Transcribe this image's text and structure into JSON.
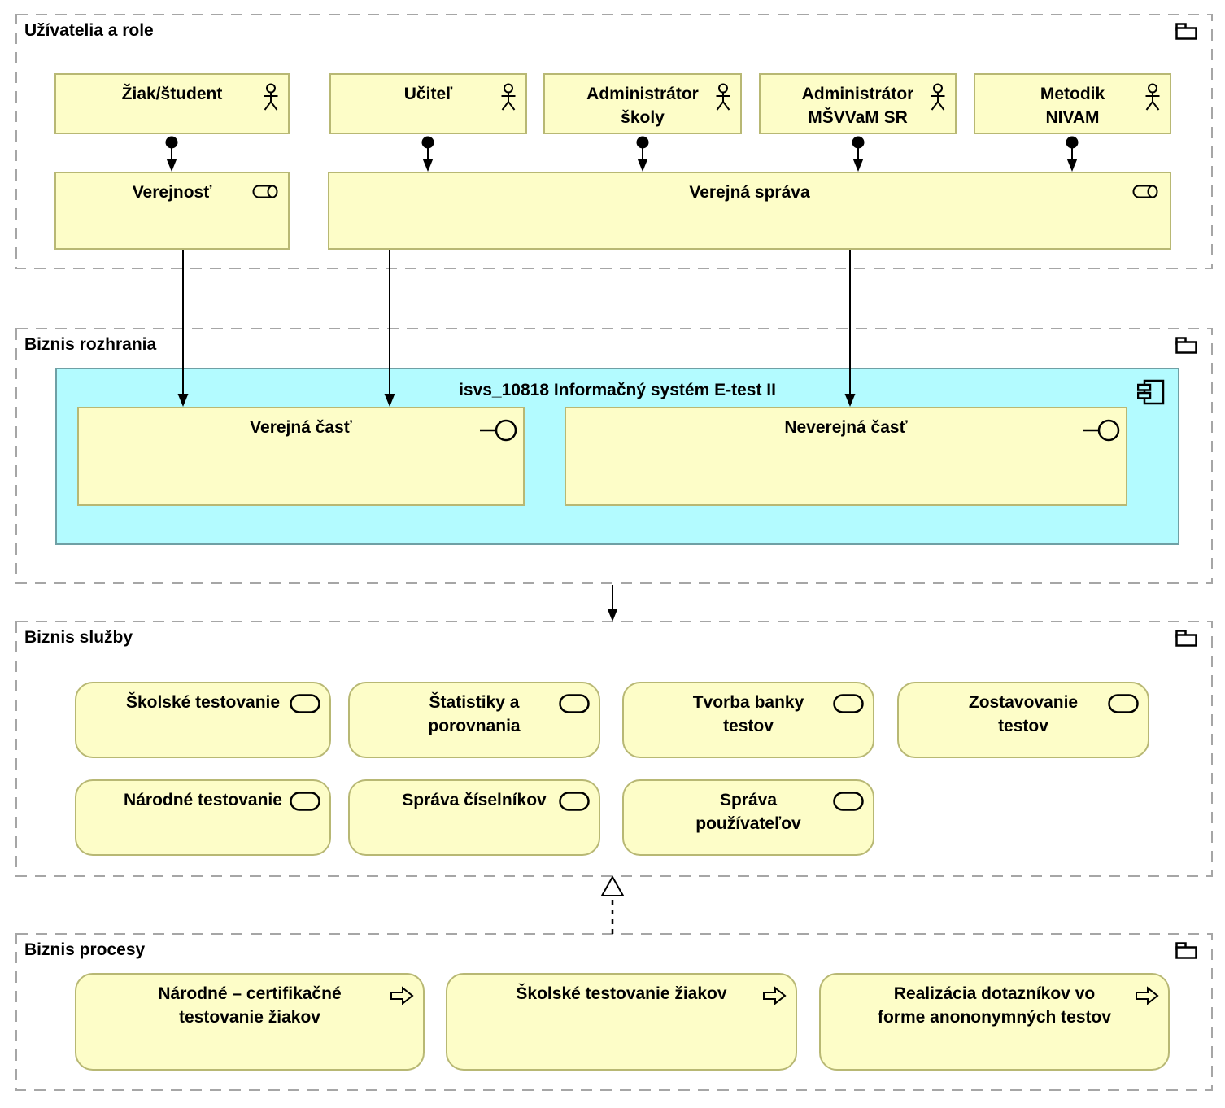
{
  "sections": {
    "users": {
      "title": "Užívatelia a role"
    },
    "interfaces": {
      "title": "Biznis rozhrania"
    },
    "services": {
      "title": "Biznis služby"
    },
    "processes": {
      "title": "Biznis procesy"
    }
  },
  "actors": [
    {
      "label": "Žiak/študent"
    },
    {
      "label": "Učiteľ"
    },
    {
      "label": "Administrátor\nškoly"
    },
    {
      "label": "Administrátor\nMŠVVaM SR"
    },
    {
      "label": "Metodik\nNIVAM"
    }
  ],
  "roles": [
    {
      "label": "Verejnosť"
    },
    {
      "label": "Verejná správa"
    }
  ],
  "system": {
    "label": "isvs_10818 Informačný systém E-test II"
  },
  "interfaces": [
    {
      "label": "Verejná časť"
    },
    {
      "label": "Neverejná časť"
    }
  ],
  "services": [
    {
      "label": "Školské testovanie"
    },
    {
      "label": "Štatistiky a\nporovnania"
    },
    {
      "label": "Tvorba banky\ntestov"
    },
    {
      "label": "Zostavovanie\ntestov"
    },
    {
      "label": "Národné testovanie"
    },
    {
      "label": "Správa číselníkov"
    },
    {
      "label": "Správa\npoužívateľov"
    }
  ],
  "processes": [
    {
      "label": "Národné – certifikačné\ntestovanie žiakov"
    },
    {
      "label": "Školské testovanie žiakov"
    },
    {
      "label": "Realizácia dotazníkov vo\nforme anononymných testov"
    }
  ],
  "connections": [
    {
      "from": "Žiak/študent",
      "to": "Verejnosť",
      "type": "assignment"
    },
    {
      "from": "Učiteľ",
      "to": "Verejná správa",
      "type": "assignment"
    },
    {
      "from": "Administrátor školy",
      "to": "Verejná správa",
      "type": "assignment"
    },
    {
      "from": "Administrátor MŠVVaM SR",
      "to": "Verejná správa",
      "type": "assignment"
    },
    {
      "from": "Metodik NIVAM",
      "to": "Verejná správa",
      "type": "assignment"
    },
    {
      "from": "Verejnosť",
      "to": "Verejná časť",
      "type": "arrow"
    },
    {
      "from": "Verejná správa",
      "to": "Verejná časť",
      "type": "arrow"
    },
    {
      "from": "Verejná správa",
      "to": "Neverejná časť",
      "type": "arrow"
    },
    {
      "from": "Biznis rozhrania",
      "to": "Biznis služby",
      "type": "arrow"
    },
    {
      "from": "Biznis procesy",
      "to": "Biznis služby",
      "type": "realization"
    }
  ],
  "colors": {
    "element_fill": "#fdfdc8",
    "element_border": "#b8b874",
    "system_fill": "#b3fbff",
    "system_border": "#6fa0a5",
    "group_border": "#a6a6a6",
    "text": "#000000"
  },
  "icons": {
    "actor": "stick-figure",
    "role": "cylinder",
    "component": "uml-component",
    "interface": "lollipop",
    "service": "rounded-rectangle",
    "process": "hollow-right-arrow",
    "group": "folder"
  }
}
